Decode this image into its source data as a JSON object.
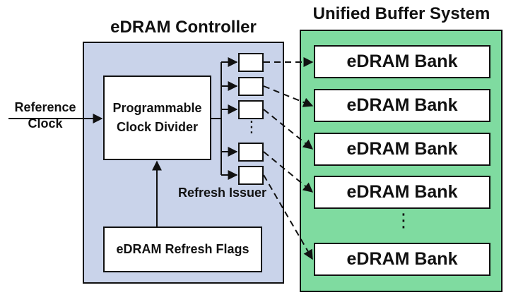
{
  "colors": {
    "controller_fill": "#c9d3ea",
    "buffer_fill": "#7fdba0",
    "line": "#111111"
  },
  "titles": {
    "controller": "eDRAM Controller",
    "buffer": "Unified Buffer System"
  },
  "input": {
    "line1": "Reference",
    "line2": "Clock"
  },
  "divider": {
    "line1": "Programmable",
    "line2": "Clock Divider"
  },
  "flags": {
    "label": "eDRAM Refresh Flags"
  },
  "issuer": {
    "label": "Refresh Issuer",
    "ellipsis": "⋮"
  },
  "banks": [
    {
      "label": "eDRAM Bank"
    },
    {
      "label": "eDRAM Bank"
    },
    {
      "label": "eDRAM Bank"
    },
    {
      "label": "eDRAM Bank"
    },
    {
      "label": "eDRAM Bank"
    }
  ],
  "bank_ellipsis": "⋮"
}
